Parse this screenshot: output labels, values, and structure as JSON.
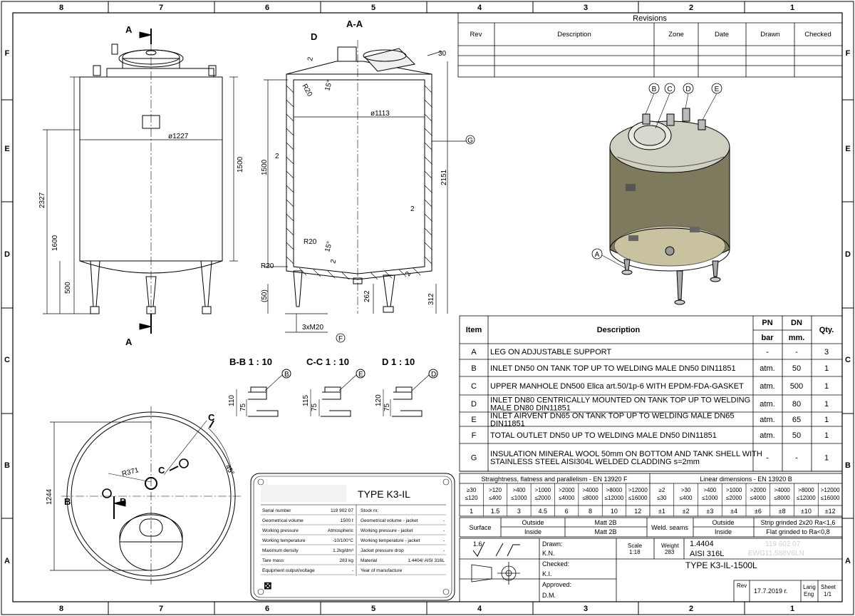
{
  "zones": {
    "columns": [
      "8",
      "7",
      "6",
      "5",
      "4",
      "3",
      "2",
      "1"
    ],
    "rows": [
      "F",
      "E",
      "D",
      "C",
      "B",
      "A"
    ]
  },
  "views": {
    "section_title": "A-A",
    "cut_marker": "A",
    "detail_bb": "B-B 1 : 10",
    "detail_cc": "C-C 1 : 10",
    "detail_d": "D 1 : 10"
  },
  "dims": {
    "d1227": "ø1227",
    "h1500": "1500",
    "h2327": "2327",
    "h1600": "1600",
    "h500": "500",
    "d1113": "ø1113",
    "h2151": "2151",
    "s1500": "1500",
    "r20a": "R20",
    "r20b": "R20",
    "r20c": "R20",
    "ang15a": "15°",
    "ang15b": "15°",
    "two": "2",
    "thirty": "30",
    "h262": "262",
    "h312": "312",
    "h50": "(50)",
    "m20": "3xM20",
    "h1244": "1244",
    "r371": "R371",
    "ang45": "45°",
    "bb110": "110",
    "bb75": "75",
    "cc115": "115",
    "cc75": "75",
    "d120": "120",
    "d75": "75"
  },
  "callouts": {
    "A": "A",
    "B": "B",
    "C": "C",
    "D": "D",
    "E": "E",
    "F": "F",
    "G": "G"
  },
  "revisions": {
    "title": "Revisions",
    "headers": [
      "Rev",
      "Description",
      "Zone",
      "Date",
      "Drawn",
      "Checked"
    ]
  },
  "parts": {
    "headers": {
      "item": "Item",
      "description": "Description",
      "pn": "PN",
      "pn_unit": "bar",
      "dn": "DN",
      "dn_unit": "mm.",
      "qty": "Qty."
    },
    "rows": [
      {
        "item": "A",
        "desc": "LEG ON ADJUSTABLE SUPPORT",
        "pn": "-",
        "dn": "-",
        "qty": "3"
      },
      {
        "item": "B",
        "desc": "INLET DN50 ON TANK TOP UP TO WELDING MALE DN50 DIN11851",
        "pn": "atm.",
        "dn": "50",
        "qty": "1"
      },
      {
        "item": "C",
        "desc": "UPPER MANHOLE DN500 Elica art.50/1p-6 WITH EPDM-FDA-GASKET",
        "pn": "atm.",
        "dn": "500",
        "qty": "1"
      },
      {
        "item": "D",
        "desc": "INLET DN80 CENTRICALLY MOUNTED ON TANK TOP UP TO WELDING MALE DN80 DIN11851",
        "pn": "atm.",
        "dn": "80",
        "qty": "1"
      },
      {
        "item": "E",
        "desc": "INLET AIRVENT DN65 ON TANK TOP UP TO WELDING MALE DN65 DIN11851",
        "pn": "atm.",
        "dn": "65",
        "qty": "1"
      },
      {
        "item": "F",
        "desc": "TOTAL OUTLET DN50 UP TO WELDING MALE DN50 DIN11851",
        "pn": "atm.",
        "dn": "50",
        "qty": "1"
      },
      {
        "item": "G",
        "desc": "INSULATION MINERAL WOOL 50mm ON BOTTOM AND TANK SHELL WITH STAINLESS STEEL AISI304L WELDED CLADDING s=2mm",
        "pn": "-",
        "dn": "-",
        "qty": "1"
      }
    ]
  },
  "tolerances": {
    "straight_title": "Straightness, flatness and parallelism - EN 13920 F",
    "linear_title": "Linear dimensions - EN 13920 B",
    "straight_ranges": [
      [
        "≥30",
        "≤120"
      ],
      [
        ">120",
        "≤400"
      ],
      [
        ">400",
        "≤1000"
      ],
      [
        ">1000",
        "≤2000"
      ],
      [
        ">2000",
        "≤4000"
      ],
      [
        ">4000",
        "≤8000"
      ],
      [
        ">8000",
        "≤12000"
      ],
      [
        ">12000",
        "≤16000"
      ]
    ],
    "straight_values": [
      "1",
      "1.5",
      "3",
      "4.5",
      "6",
      "8",
      "10",
      "12"
    ],
    "linear_ranges": [
      [
        "≥2",
        "≤30"
      ],
      [
        ">30",
        "≤400"
      ],
      [
        ">400",
        "≤1000"
      ],
      [
        ">1000",
        "≤2000"
      ],
      [
        ">2000",
        "≤4000"
      ],
      [
        ">4000",
        "≤8000"
      ],
      [
        ">8000",
        "≤12000"
      ],
      [
        ">12000",
        "≤16000"
      ]
    ],
    "linear_values": [
      "±1",
      "±2",
      "±3",
      "±4",
      "±6",
      "±8",
      "±10",
      "±12"
    ]
  },
  "finish": {
    "surface": "Surface",
    "outside": "Outside",
    "inside": "Inside",
    "outside_val": "Matt 2B",
    "inside_val": "Matt 2B",
    "weld": "Weld. seams",
    "weld_outside": "Outside",
    "weld_inside": "Inside",
    "weld_outside_val": "Strip grinded 2x20 Ra<1,6",
    "weld_inside_val": "Flat grinded to Ra<0,8"
  },
  "titleblock": {
    "roughness": "1.6",
    "drawn_label": "Drawn:",
    "drawn_val": "K.N.",
    "checked_label": "Checked:",
    "checked_val": "K.I.",
    "approved_label": "Approved:",
    "approved_val": "D.M.",
    "scale_label": "Scale",
    "scale_val": "1:18",
    "weight_label": "Weight",
    "weight_val": "283",
    "material1": "1.4404",
    "material2": "AISI 316L",
    "faded_code1": "119 602 07",
    "faded_code2": "EWG11.588V6LN",
    "title": "TYPE K3-IL-1500L",
    "rev_label": "Rev",
    "date": "17.7.2019 г.",
    "lang_label": "Lang",
    "lang_val": "Eng",
    "sheet_label": "Sheet",
    "sheet_val": "1/1"
  },
  "nameplate": {
    "type": "TYPE K3-IL",
    "left_rows": [
      [
        "Serial number",
        "119 902 07"
      ],
      [
        "Geometrical volume",
        "1500 ℓ"
      ],
      [
        "Working pressure",
        "Atmospheric"
      ],
      [
        "Working temperature",
        "-10/100°C"
      ],
      [
        "Maximum density",
        "1.2kg/dm³"
      ],
      [
        "Tare mass",
        "283  kg"
      ],
      [
        "Equipment output/voltage",
        "-"
      ]
    ],
    "right_rows": [
      [
        "Stock nr.",
        ""
      ],
      [
        "Geometrical volume - jacket",
        "-"
      ],
      [
        "Working pressure - jacket",
        "-"
      ],
      [
        "Working temperature - jacket",
        "-"
      ],
      [
        "Jacket pressure drop",
        "-"
      ],
      [
        "Material",
        "1.4404/ AISI 316L"
      ],
      [
        "Year of manufacture",
        ""
      ]
    ]
  }
}
